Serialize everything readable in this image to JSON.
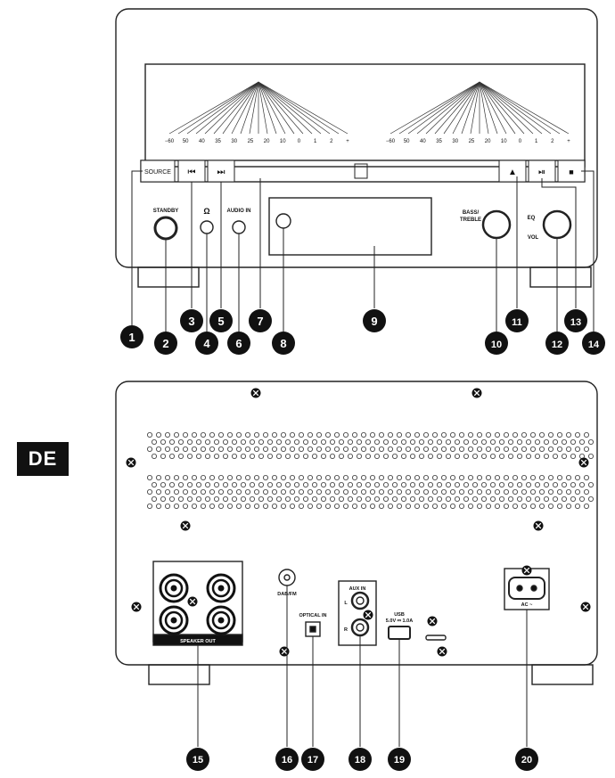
{
  "language_badge": "DE",
  "front": {
    "meter_scale": [
      "−60",
      "50",
      "40",
      "35",
      "30",
      "25",
      "20",
      "10",
      "0",
      "1",
      "2",
      "+"
    ],
    "buttons": {
      "source": "SOURCE",
      "prev": "⏮",
      "next": "⏭",
      "eject": "▲",
      "play_pause": "⏯",
      "stop": "■"
    },
    "labels": {
      "standby": "STANDBY",
      "headphones": "Ω",
      "audio_in": "AUDIO IN",
      "bass_treble": [
        "BASS/",
        "TREBLE"
      ],
      "eq": "EQ",
      "vol": "VOL"
    },
    "callouts": [
      "1",
      "2",
      "3",
      "4",
      "5",
      "6",
      "7",
      "8",
      "9",
      "10",
      "11",
      "12",
      "13",
      "14"
    ]
  },
  "rear": {
    "labels": {
      "speaker_out": "SPEAKER OUT",
      "dab_fm": "DAB/FM",
      "optical_in": "OPTICAL IN",
      "aux_in": "AUX IN",
      "aux_l": "L",
      "aux_r": "R",
      "usb": "USB",
      "usb_spec": "5.0V ⎓ 1.0A",
      "ac": "AC ~"
    },
    "callouts": [
      "15",
      "16",
      "17",
      "18",
      "19",
      "20"
    ]
  }
}
